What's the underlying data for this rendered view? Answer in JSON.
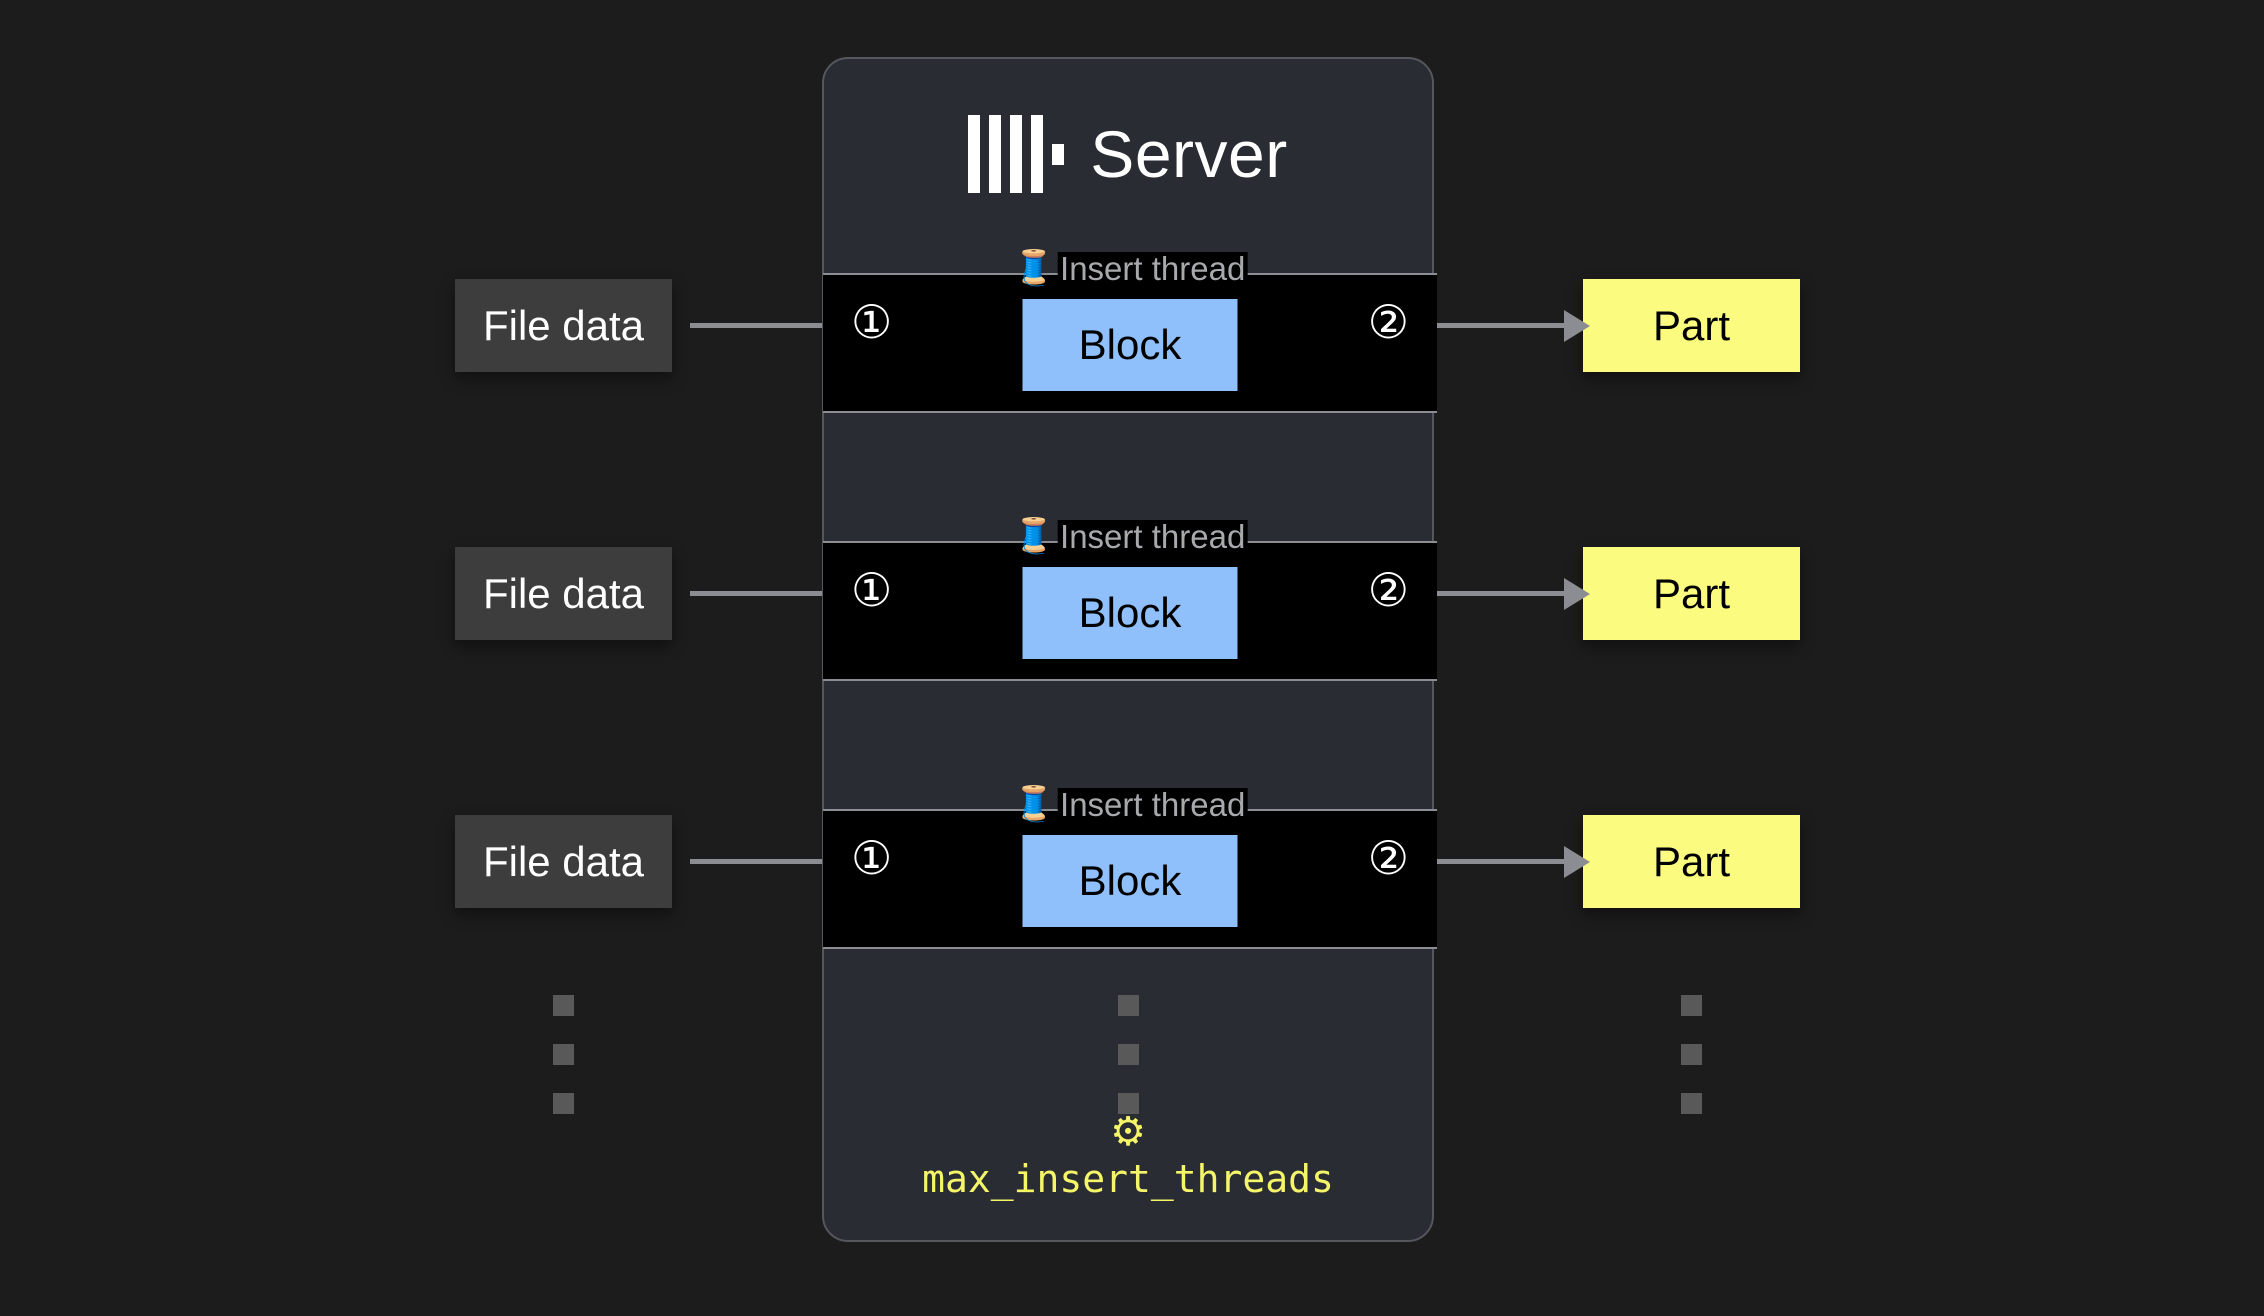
{
  "page": {
    "background_color": "#1c1c1c"
  },
  "server": {
    "title": "Server",
    "logo_icon": "clickhouse-logo-icon",
    "card_color": "#2a2c33",
    "border_color": "#55575e"
  },
  "threads": [
    {
      "legend_icon": "🧵",
      "legend_label": "Insert thread",
      "step_in": "①",
      "step_out": "②",
      "block_label": "Block",
      "block_color": "#8fc0fb"
    },
    {
      "legend_icon": "🧵",
      "legend_label": "Insert thread",
      "step_in": "①",
      "step_out": "②",
      "block_label": "Block",
      "block_color": "#8fc0fb"
    },
    {
      "legend_icon": "🧵",
      "legend_label": "Insert thread",
      "step_in": "①",
      "step_out": "②",
      "block_label": "Block",
      "block_color": "#8fc0fb"
    }
  ],
  "inputs": [
    {
      "label": "File data",
      "color": "#3d3d3d"
    },
    {
      "label": "File data",
      "color": "#3d3d3d"
    },
    {
      "label": "File data",
      "color": "#3d3d3d"
    }
  ],
  "outputs": [
    {
      "label": "Part",
      "color": "#fbfb80"
    },
    {
      "label": "Part",
      "color": "#fbfb80"
    },
    {
      "label": "Part",
      "color": "#fbfb80"
    }
  ],
  "ellipsis": {
    "icon": "vertical-ellipsis-icon",
    "square_color": "#595959",
    "count": 3
  },
  "setting": {
    "icon": "⚙",
    "icon_name": "gear-icon",
    "name": "max_insert_threads",
    "color": "#f5f56a"
  }
}
